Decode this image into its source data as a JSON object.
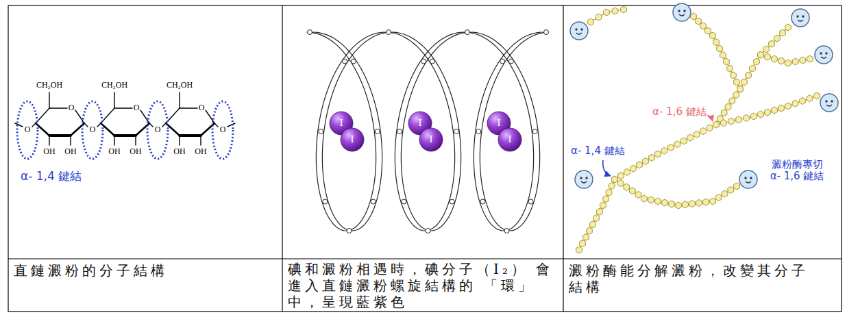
{
  "diagram": {
    "labels": [
      "CH₂OH",
      "CH₂OH",
      "CH₂OH",
      "OH",
      "OH",
      "OH",
      "OH",
      "OH",
      "OH",
      "O",
      "O",
      "O",
      "O",
      "O",
      "O",
      "O",
      "α- 1,4 鍵結",
      "I",
      "I",
      "I",
      "I",
      "I",
      "I",
      "α- 1,6 鍵結",
      "α- 1,4 鍵結",
      "澱粉酶專切 α- 1,6 鍵結",
      "直鏈澱粉的分子結構",
      "碘和澱粉相遇時，碘分子（I₂） 會進入直鏈澱粉螺旋結構的 「環」中，呈現藍紫色",
      "澱粉酶能分解澱粉，改變其分子結構"
    ]
  }
}
